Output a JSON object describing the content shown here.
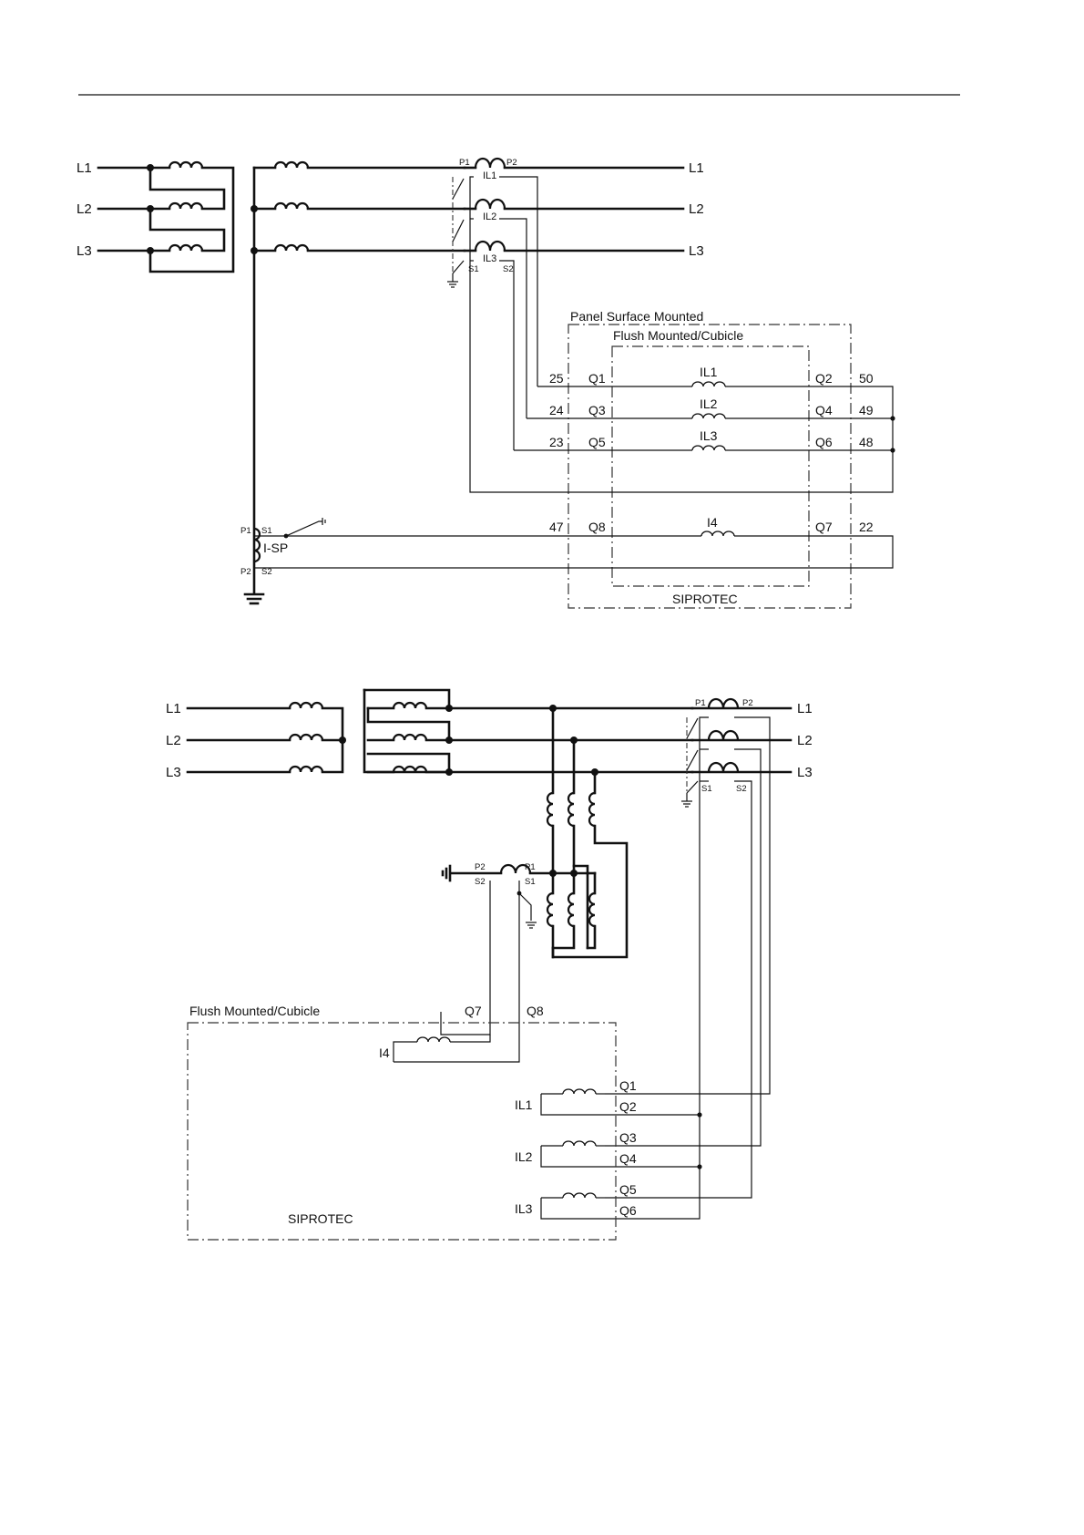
{
  "diagram1": {
    "phases": [
      "L1",
      "L2",
      "L3"
    ],
    "ct_labels": [
      "IL1",
      "IL2",
      "IL3"
    ],
    "ct_terms": {
      "p1": "P1",
      "p2": "P2",
      "s1": "S1",
      "s2": "S2"
    },
    "outer_box_label": "Panel Surface Mounted",
    "inner_box_label": "Flush Mounted/Cubicle",
    "device_label": "SIPROTEC",
    "inputs": [
      {
        "left": "25",
        "q_left": "Q1",
        "name": "IL1",
        "q_right": "Q2",
        "right": "50"
      },
      {
        "left": "24",
        "q_left": "Q3",
        "name": "IL2",
        "q_right": "Q4",
        "right": "49"
      },
      {
        "left": "23",
        "q_left": "Q5",
        "name": "IL3",
        "q_right": "Q6",
        "right": "48"
      },
      {
        "left": "47",
        "q_left": "Q8",
        "name": "I4",
        "q_right": "Q7",
        "right": "22"
      }
    ],
    "isp": {
      "label": "I-SP",
      "p1": "P1",
      "p2": "P2",
      "s1": "S1",
      "s2": "S2"
    }
  },
  "diagram2": {
    "phases": [
      "L1",
      "L2",
      "L3"
    ],
    "ct_terms": {
      "p1": "P1",
      "p2": "P2",
      "s1": "S1",
      "s2": "S2"
    },
    "box_label": "Flush Mounted/Cubicle",
    "device_label": "SIPROTEC",
    "i4": {
      "label": "I4",
      "q_top_left": "Q7",
      "q_top_right": "Q8"
    },
    "inputs": [
      {
        "name": "IL1",
        "q_top": "Q1",
        "q_bottom": "Q2"
      },
      {
        "name": "IL2",
        "q_top": "Q3",
        "q_bottom": "Q4"
      },
      {
        "name": "IL3",
        "q_top": "Q5",
        "q_bottom": "Q6"
      }
    ],
    "core_ct": {
      "p2": "P2",
      "p1": "P1",
      "s2": "S2",
      "s1": "S1"
    }
  }
}
